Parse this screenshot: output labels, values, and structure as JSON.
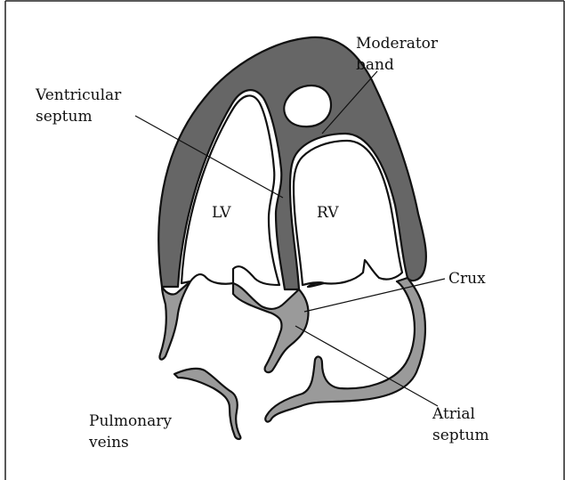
{
  "diagram": {
    "labels": {
      "moderator_band_line1": "Moderator",
      "moderator_band_line2": "band",
      "ventricular_septum_line1": "Ventricular",
      "ventricular_septum_line2": "septum",
      "lv": "LV",
      "rv": "RV",
      "crux": "Crux",
      "atrial_septum_line1": "Atrial",
      "atrial_septum_line2": "septum",
      "pulmonary_veins_line1": "Pulmonary",
      "pulmonary_veins_line2": "veins"
    },
    "colors": {
      "ventricle_wall": "#666666",
      "atrial_wall": "#9a9a9a",
      "outline": "#111111",
      "frame": "#222222",
      "background": "#ffffff"
    }
  }
}
